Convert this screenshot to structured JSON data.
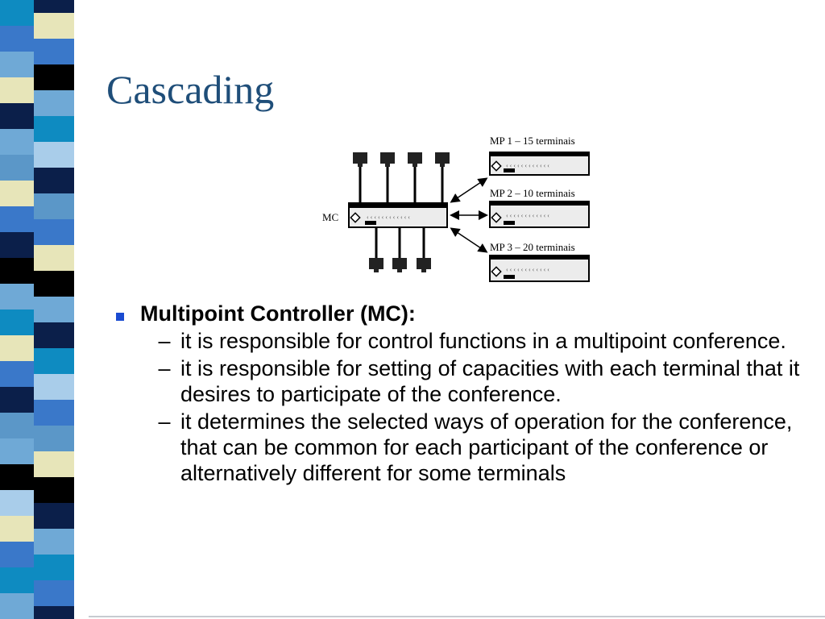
{
  "slide": {
    "title": "Cascading"
  },
  "diagram": {
    "mc_label": "MC",
    "mp_labels": [
      "MP 1 – 15 terminais",
      "MP 2 – 10 terminais",
      "MP 3 – 20 terminais"
    ]
  },
  "bullets": {
    "main": "Multipoint Controller (MC):",
    "sub": [
      "it is responsible for control functions in a multipoint conference.",
      "it is responsible for setting of capacities with each terminal that it desires to participate of the conference.",
      "it determines the selected ways of operation for the conference, that can be common for each participant of the conference or alternatively different for some terminals"
    ]
  },
  "colors": {
    "title": "#1f4e79",
    "bullet_marker": "#1a4bd1",
    "stripe_palette": [
      "#0b1f4a",
      "#3a78c9",
      "#6fa9d6",
      "#e7e5b9",
      "#0e8bc1",
      "#5b97c8",
      "#000000",
      "#a9cdea"
    ]
  }
}
